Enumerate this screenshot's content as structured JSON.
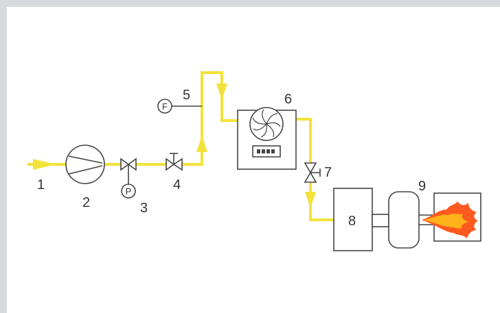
{
  "labels": {
    "inlet": "1",
    "pump": "2",
    "pressure_tap": "3",
    "valve_main": "4",
    "flow_tap": "5",
    "heater": "6",
    "valve_control": "7",
    "chamber": "8",
    "burner": "9"
  },
  "gauges": {
    "pressure": "P",
    "flow": "F"
  },
  "colors": {
    "pipe": "#f2e23a",
    "line": "#444444",
    "flame_outer": "#ff5a1f",
    "flame_inner": "#ffb21a"
  }
}
